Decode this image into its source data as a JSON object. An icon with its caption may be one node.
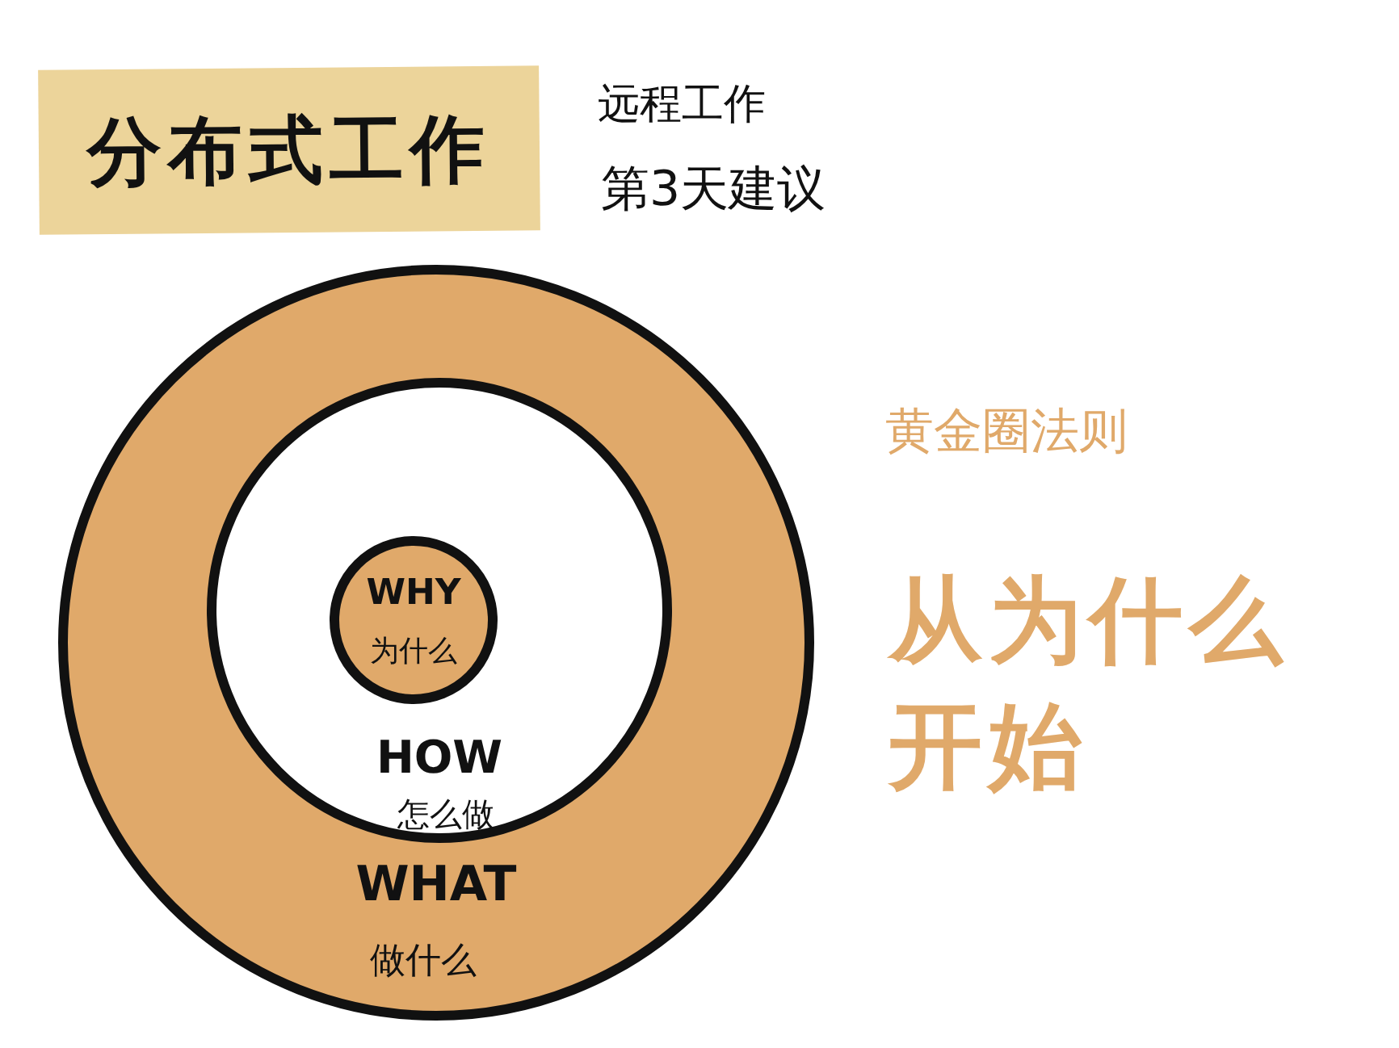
{
  "diagram": {
    "title": "分布式工作",
    "nodes": [
      {
        "text": [
          "WHAT",
          "做什么"
        ]
      },
      {
        "text": [
          "HOW",
          "怎么做"
        ],
        "in": 0
      },
      {
        "text": [
          "WHY",
          "为什么"
        ],
        "in": 1
      }
    ],
    "labels": [
      "远程工作",
      "第3天建议",
      "黄金圈法则",
      "从为什么开始"
    ]
  }
}
